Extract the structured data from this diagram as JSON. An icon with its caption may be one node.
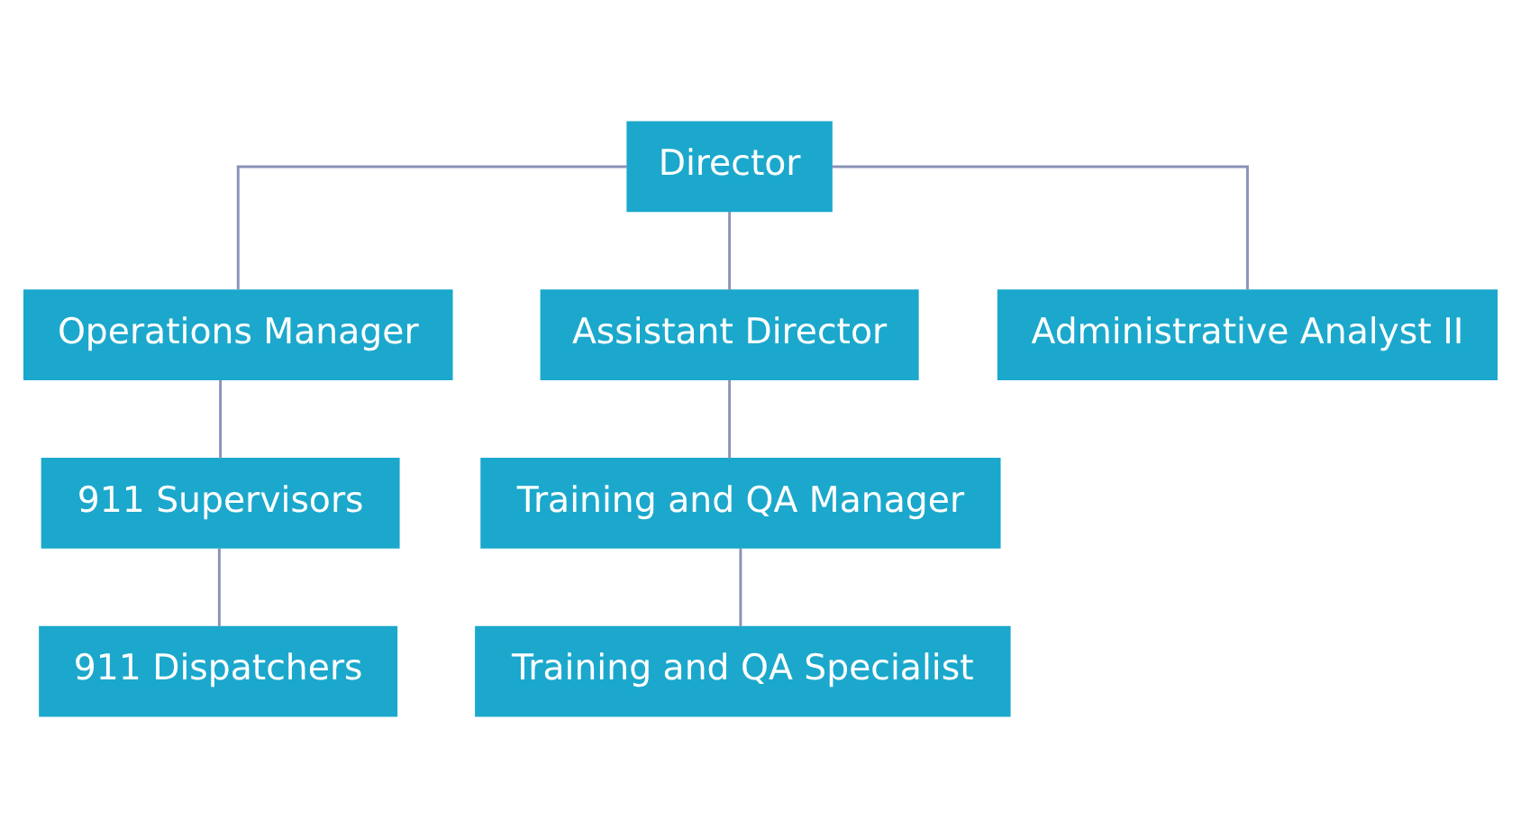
{
  "diagram": {
    "nodes": [
      {
        "text": [
          "Director"
        ]
      },
      {
        "text": [
          "Operations Manager"
        ]
      },
      {
        "text": [
          "Assistant Director"
        ]
      },
      {
        "text": [
          "Administrative Analyst II"
        ]
      },
      {
        "text": [
          "911 Supervisors"
        ]
      },
      {
        "text": [
          "Training and QA Manager"
        ]
      },
      {
        "text": [
          "911 Dispatchers"
        ]
      },
      {
        "text": [
          "Training and QA Specialist"
        ]
      }
    ],
    "edges": [
      {
        "from": 0,
        "to": 1,
        "arrow": "none"
      },
      {
        "from": 0,
        "to": 2,
        "arrow": "none"
      },
      {
        "from": 0,
        "to": 3,
        "arrow": "none"
      },
      {
        "from": 1,
        "to": 4,
        "arrow": "none"
      },
      {
        "from": 2,
        "to": 5,
        "arrow": "none"
      },
      {
        "from": 4,
        "to": 6,
        "arrow": "none"
      },
      {
        "from": 5,
        "to": 7,
        "arrow": "none"
      }
    ]
  }
}
